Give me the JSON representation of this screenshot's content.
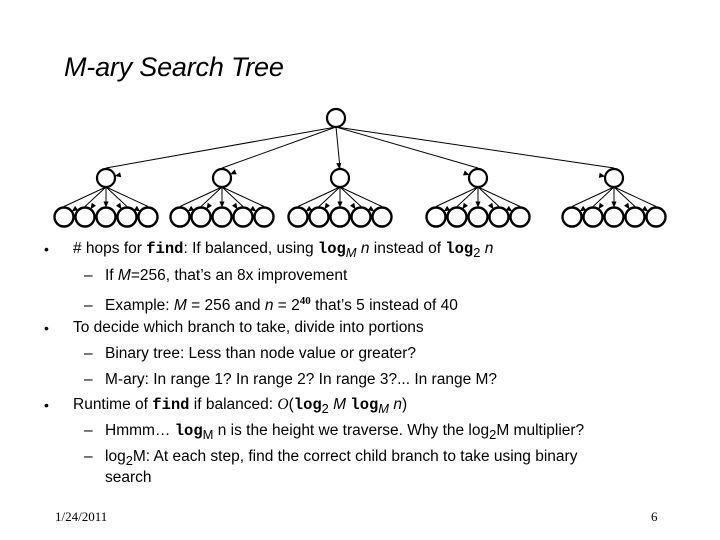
{
  "slide": {
    "title": "M-ary Search Tree",
    "date": "1/24/2011",
    "page_number": "6",
    "bullet_char": "•",
    "dash_char": "–"
  },
  "bullets": {
    "b1": {
      "pre": "# hops for ",
      "code": "find",
      "mid": ": If balanced, using ",
      "log1": "log",
      "sub1": "M",
      "n1": " n",
      "instead": " instead of ",
      "log2": "log",
      "sub2": "2",
      "n2": " n",
      "sub_a": {
        "pre": "If ",
        "m": "M",
        "rest": "=256, that’s an 8x improvement"
      },
      "sub_b": {
        "pre": "Example: ",
        "m": "M",
        "mid": " = 256 and ",
        "n": "n",
        "eq": " = 2",
        "exp": "40",
        "rest": " that’s 5 instead of 40"
      }
    },
    "b2": {
      "text": "To decide which branch to take, divide into portions",
      "sub_a": "Binary tree: Less than node value or greater?",
      "sub_b": "M-ary: In range 1? In range 2? In range 3?... In range M?"
    },
    "b3": {
      "pre": "Runtime of ",
      "code": "find",
      "mid": " if balanced: ",
      "o": "O",
      "paren_open": "(",
      "log1": "log",
      "sub1": "2",
      "m": " M ",
      "log2": "log",
      "sub2": "M",
      "n": " n",
      "paren_close": ")",
      "sub_a": {
        "pre": "Hmmm… ",
        "log": "log",
        "sub": "M",
        "rest": " n is the height we traverse.  Why the log",
        "sub2": "2",
        "rest2": "M multiplier?"
      },
      "sub_b": {
        "pre": "log",
        "sub": "2",
        "rest": "M: At each step, find the correct child branch to take using binary",
        "line2": "search"
      }
    }
  },
  "tree": {
    "branching": 5,
    "levels": 3,
    "stroke": "#000000",
    "fill": "#ffffff"
  }
}
